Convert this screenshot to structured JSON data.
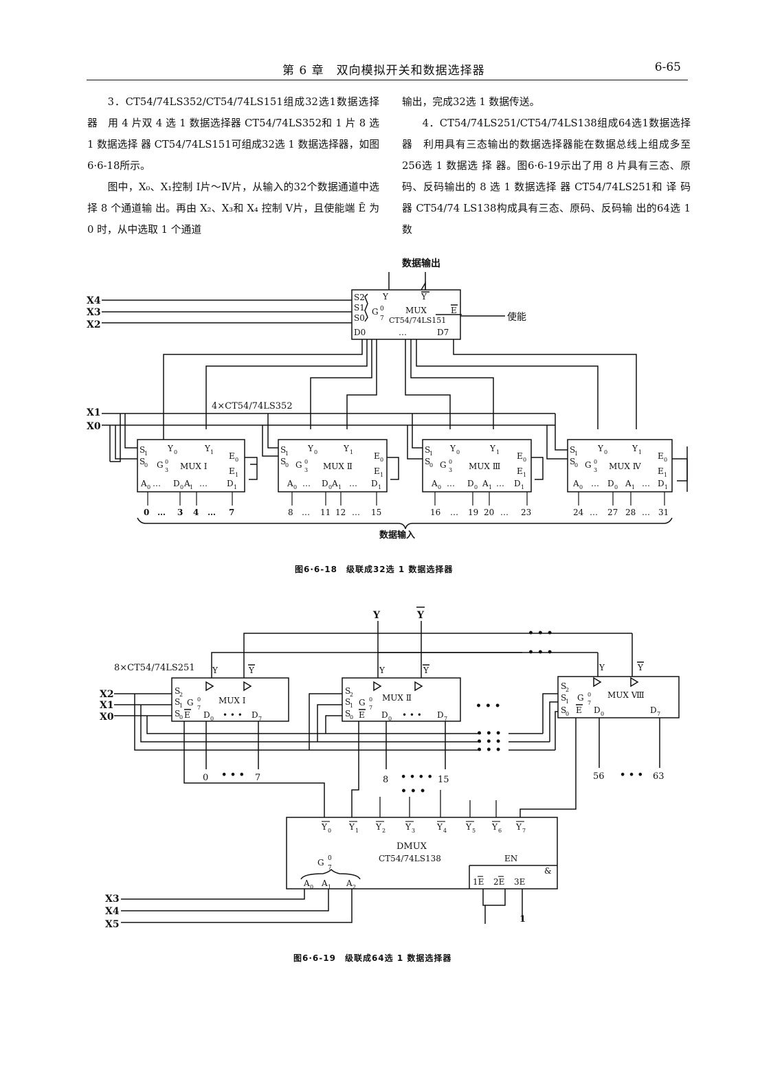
{
  "header": {
    "title": "第 6 章　双向模拟开关和数据选择器",
    "page_number": "6-65"
  },
  "text": {
    "left_col": [
      "3．CT54/74LS352/CT54/74LS151组成32选1数据选择器　用 4 片双 4 选 1 数据选择器 CT54/74LS352和 1 片 8 选 1 数据选择 器 CT54/74LS151可组成32选 1 数据选择器，如图6·6-18所示。",
      "图中，X₀、X₁控制 Ⅰ片～Ⅳ片，从输入的32个数据通道中选择 8 个通道输 出。再由 X₂、X₃和 X₄ 控制 Ⅴ片，且使能端 Ē 为 0 时，从中选取 1 个通道"
    ],
    "right_col": [
      "输出，完成32选 1 数据传送。",
      "4．CT54/74LS251/CT54/74LS138组成64选1数据选择器　利用具有三态输出的数据选择器能在数据总线上组成多至256选 1 数据选 择 器。图6·6-19示出了用 8 片具有三态、原码、反码输出的 8 选 1 数据选择 器 CT54/74LS251和 译 码 器 CT54/74 LS138构成具有三态、原码、反码输 出的64选 1 数"
    ]
  },
  "figure1": {
    "caption": "图6·6-18　级联成32选 1 数据选择器",
    "data_out": "数据输出",
    "enable": "使能",
    "mux_chip": "CT54/74LS151",
    "chips_label": "4×CT54/74LS352",
    "data_in": "数据输入",
    "top_mux": {
      "s2": "S2",
      "s1": "S1",
      "s0": "S0",
      "g": "G",
      "y": "Y",
      "yb": "Y",
      "mux": "MUX",
      "e": "E",
      "d0": "D0",
      "dots": "…",
      "d7": "D7"
    },
    "inputs": [
      "X4",
      "X3",
      "X2",
      "X1",
      "X0"
    ],
    "muxes": [
      {
        "name": "MUX Ⅰ",
        "range": [
          "0",
          "…",
          "3",
          "4",
          "…",
          "7"
        ]
      },
      {
        "name": "MUX Ⅱ",
        "range": [
          "8",
          "…",
          "11",
          "12",
          "…",
          "15"
        ]
      },
      {
        "name": "MUX Ⅲ",
        "range": [
          "16",
          "…",
          "19",
          "20",
          "…",
          "23"
        ]
      },
      {
        "name": "MUX Ⅳ",
        "range": [
          "24",
          "…",
          "27",
          "28",
          "…",
          "31"
        ]
      }
    ]
  },
  "figure2": {
    "caption": "图6·6-19　级联成64选 1 数据选择器",
    "chips_label": "8×CT54/74LS251",
    "out_y": "Y",
    "out_yb": "Y",
    "muxes": [
      {
        "name": "MUX Ⅰ",
        "lo": "0",
        "dots": "• • •",
        "hi": "7"
      },
      {
        "name": "MUX Ⅱ",
        "lo": "8",
        "dots": "• • • •",
        "hi": "15"
      },
      {
        "name": "MUX Ⅷ",
        "lo": "56",
        "dots": "• • •",
        "hi": "63"
      }
    ],
    "decoder": {
      "name": "DMUX",
      "chip": "CT54/74LS138",
      "en": "EN",
      "amp": "&",
      "g": "G",
      "outputs": [
        "Y0",
        "Y1",
        "Y2",
        "Y3",
        "Y4",
        "Y5",
        "Y6",
        "Y7"
      ],
      "addr": [
        "A0",
        "A1",
        "A2"
      ],
      "enables": [
        "1E",
        "2E",
        "3E"
      ]
    },
    "inputs": [
      "X2",
      "X1",
      "X0",
      "X3",
      "X4",
      "X5"
    ]
  }
}
